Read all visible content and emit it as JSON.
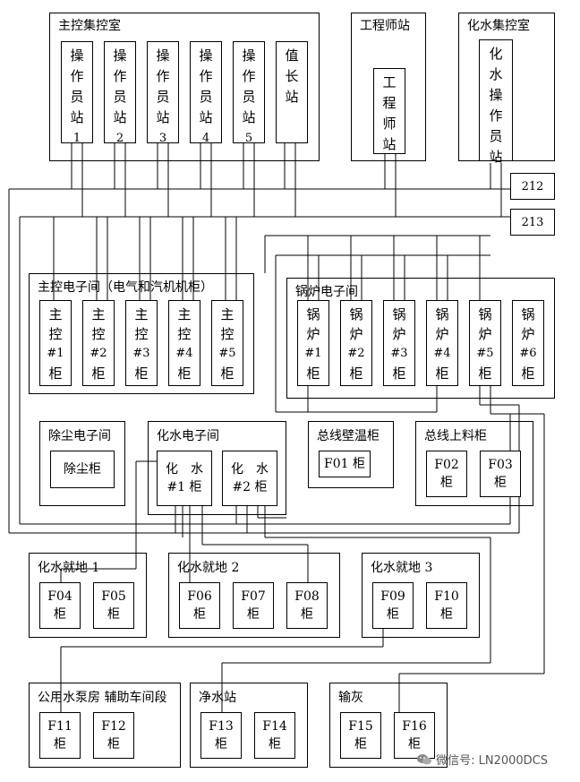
{
  "groups": {
    "main_control_room": "主控集控室",
    "engineer_station": "工程师站",
    "water_control_room": "化水集控室",
    "main_electronics_room": "主控电子间（电气和汽机机柜）",
    "boiler_electronics_room": "锅炉电子间",
    "dust_electronics_room": "除尘电子间",
    "water_electronics_room": "化水电子间",
    "bus_wall_temp": "总线壁温柜",
    "bus_feed": "总线上料柜",
    "water_local_1": "化水就地 1",
    "water_local_2": "化水就地 2",
    "water_local_3": "化水就地 3",
    "pump_house": "公用水泵房 辅助车间段",
    "water_purify": "净水站",
    "ash": "输灰"
  },
  "operator_stations": [
    {
      "chars": [
        "操",
        "作",
        "员",
        "站"
      ],
      "num": "1"
    },
    {
      "chars": [
        "操",
        "作",
        "员",
        "站"
      ],
      "num": "2"
    },
    {
      "chars": [
        "操",
        "作",
        "员",
        "站"
      ],
      "num": "3"
    },
    {
      "chars": [
        "操",
        "作",
        "员",
        "站"
      ],
      "num": "4"
    },
    {
      "chars": [
        "操",
        "作",
        "员",
        "站"
      ],
      "num": "5"
    }
  ],
  "duty_station": [
    "值",
    "长",
    "站"
  ],
  "engineer_inner": [
    "工",
    "程",
    "师",
    "站"
  ],
  "water_operator": [
    "化",
    "水",
    "操",
    "作",
    "员",
    "站"
  ],
  "networks": {
    "net_212": "212",
    "net_213": "213"
  },
  "main_cabinets": [
    {
      "a": "主",
      "b": "控",
      "n": "#1",
      "c": "柜"
    },
    {
      "a": "主",
      "b": "控",
      "n": "#2",
      "c": "柜"
    },
    {
      "a": "主",
      "b": "控",
      "n": "#3",
      "c": "柜"
    },
    {
      "a": "主",
      "b": "控",
      "n": "#4",
      "c": "柜"
    },
    {
      "a": "主",
      "b": "控",
      "n": "#5",
      "c": "柜"
    }
  ],
  "boiler_cabinets": [
    {
      "a": "锅",
      "b": "炉",
      "n": "#1",
      "c": "柜"
    },
    {
      "a": "锅",
      "b": "炉",
      "n": "#2",
      "c": "柜"
    },
    {
      "a": "锅",
      "b": "炉",
      "n": "#3",
      "c": "柜"
    },
    {
      "a": "锅",
      "b": "炉",
      "n": "#4",
      "c": "柜"
    },
    {
      "a": "锅",
      "b": "炉",
      "n": "#5",
      "c": "柜"
    },
    {
      "a": "锅",
      "b": "炉",
      "n": "#6",
      "c": "柜"
    }
  ],
  "dust_cabinet": "除尘柜",
  "water_cabinets": [
    {
      "top": "化　水",
      "bottom": "#1 柜"
    },
    {
      "top": "化　水",
      "bottom": "#2 柜"
    }
  ],
  "f_cabinets": {
    "F01": "F01 柜",
    "F02": [
      "F02",
      "柜"
    ],
    "F03": [
      "F03",
      "柜"
    ],
    "F04": [
      "F04",
      "柜"
    ],
    "F05": [
      "F05",
      "柜"
    ],
    "F06": [
      "F06",
      "柜"
    ],
    "F07": [
      "F07",
      "柜"
    ],
    "F08": [
      "F08",
      "柜"
    ],
    "F09": [
      "F09",
      "柜"
    ],
    "F10": [
      "F10",
      "柜"
    ],
    "F11": [
      "F11",
      "柜"
    ],
    "F12": [
      "F12",
      "柜"
    ],
    "F13": [
      "F13",
      "柜"
    ],
    "F14": [
      "F14",
      "柜"
    ],
    "F15": [
      "F15",
      "柜"
    ],
    "F16": [
      "F16",
      "柜"
    ]
  },
  "watermark": "微信号: LN2000DCS",
  "watermark_icon": "wechat-icon"
}
